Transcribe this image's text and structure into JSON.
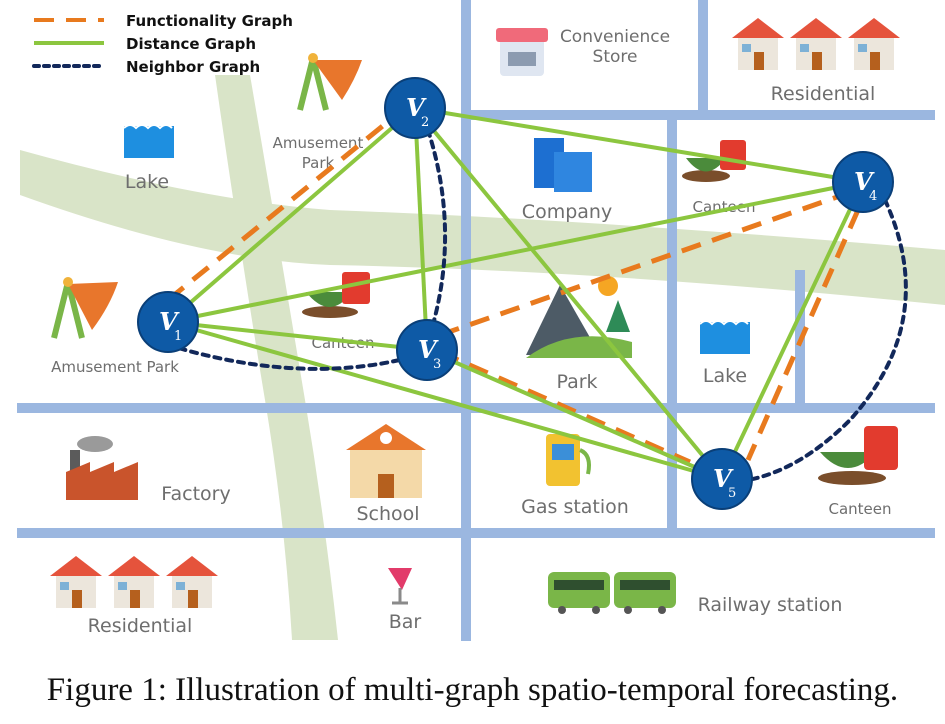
{
  "legend": {
    "functionality": "Functionality Graph",
    "distance": "Distance Graph",
    "neighbor": "Neighbor Graph"
  },
  "colors": {
    "functionality": "#e87a1e",
    "distance": "#8cc63f",
    "neighbor": "#12285a",
    "node": "#0e5aa6",
    "road": "#9bb7e0",
    "green_belt": "#d9e4c8"
  },
  "nodes": [
    {
      "id": "v1",
      "main": "V",
      "sub": "1"
    },
    {
      "id": "v2",
      "main": "V",
      "sub": "2"
    },
    {
      "id": "v3",
      "main": "V",
      "sub": "3"
    },
    {
      "id": "v4",
      "main": "V",
      "sub": "4"
    },
    {
      "id": "v5",
      "main": "V",
      "sub": "5"
    }
  ],
  "pois": {
    "convenience_store": [
      "Convenience",
      "Store"
    ],
    "residential_top": "Residential",
    "amusement_park_top": [
      "Amusement",
      "Park"
    ],
    "lake_left": "Lake",
    "company": "Company",
    "canteen_top": "Canteen",
    "amusement_park_left": "Amusement Park",
    "canteen_mid": "Canteen",
    "park": "Park",
    "lake_right": "Lake",
    "factory": "Factory",
    "school": "School",
    "gas_station": "Gas station",
    "canteen_right": "Canteen",
    "residential_bottom": "Residential",
    "bar": "Bar",
    "railway_station": "Railway station"
  },
  "caption": "Figure 1: Illustration of multi-graph spatio-temporal forecasting."
}
